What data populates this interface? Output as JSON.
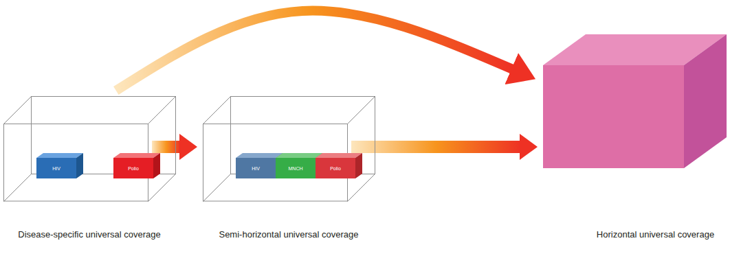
{
  "diagram": {
    "nodes": [
      {
        "text": [
          "Disease-specific universal coverage"
        ]
      },
      {
        "text": [
          "HIV"
        ],
        "in": 0
      },
      {
        "text": [
          "Polio"
        ],
        "in": 0
      },
      {
        "text": [
          "Semi-horizontal universal coverage"
        ]
      },
      {
        "text": [
          "HIV"
        ],
        "in": 3
      },
      {
        "text": [
          "MNCH"
        ],
        "in": 3
      },
      {
        "text": [
          "Polio"
        ],
        "in": 3
      },
      {
        "text": [
          "Horizontal universal coverage"
        ]
      }
    ],
    "edges": [
      {
        "from": 0,
        "to": 3,
        "arrow": "to"
      },
      {
        "from": 3,
        "to": 7,
        "arrow": "to"
      },
      {
        "from": 0,
        "to": 7,
        "arrow": "to"
      }
    ]
  }
}
